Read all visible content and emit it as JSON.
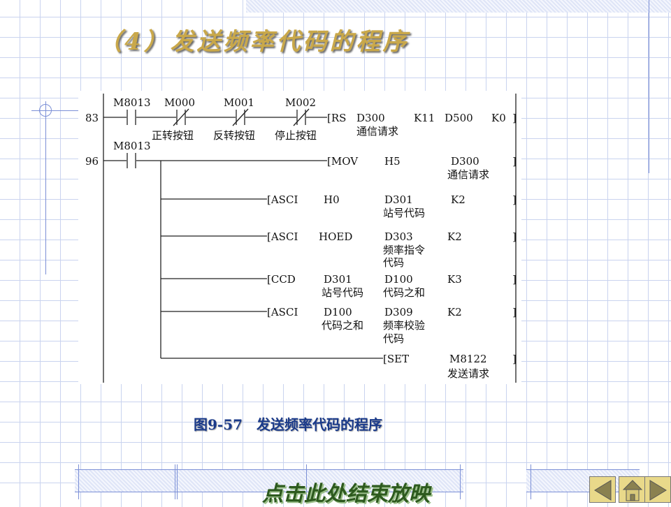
{
  "title": "（4）发送频率代码的程序",
  "caption": "图9-57　发送频率代码的程序",
  "end_show": "点击此处结束放映",
  "nav": {
    "prev": "previous-slide",
    "home": "home",
    "next": "next-slide"
  },
  "ladder": {
    "rung1": {
      "step": "83",
      "contacts": [
        {
          "addr": "M8013",
          "label": ""
        },
        {
          "addr": "M000",
          "label": "正转按钮"
        },
        {
          "addr": "M001",
          "label": "反转按钮"
        },
        {
          "addr": "M002",
          "label": "停止按钮"
        }
      ],
      "instr": "[RS",
      "op1": "D300",
      "op1_label": "通信请求",
      "op2": "K11",
      "op3": "D500",
      "op4": "K0",
      "end": "]"
    },
    "rung2": {
      "step": "96",
      "contact": "M8013",
      "instr": "[MOV",
      "op1": "H5",
      "op2": "D300",
      "op2_label": "通信请求",
      "end": "]"
    },
    "branches": [
      {
        "instr": "[ASCI",
        "op1": "H0",
        "op1_label": "",
        "op2": "D301",
        "op2_label": "站号代码",
        "op3": "K2"
      },
      {
        "instr": "[ASCI",
        "op1": "HOED",
        "op1_label": "",
        "op2": "D303",
        "op2_label": "频率指令",
        "op2_label2": "代码",
        "op3": "K2"
      },
      {
        "instr": "[CCD",
        "op1": "D301",
        "op1_label": "站号代码",
        "op2": "D100",
        "op2_label": "代码之和",
        "op3": "K3"
      },
      {
        "instr": "[ASCI",
        "op1": "D100",
        "op1_label": "代码之和",
        "op2": "D309",
        "op2_label": "频率校验",
        "op2_label2": "代码",
        "op3": "K2"
      },
      {
        "instr": "[SET",
        "op1": "M8122",
        "op1_label": "发送请求"
      }
    ]
  }
}
